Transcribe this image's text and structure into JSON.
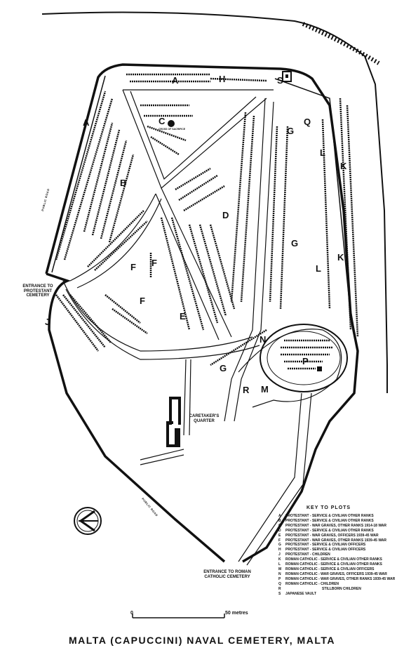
{
  "title": "MALTA (CAPUCCINI) NAVAL CEMETERY, MALTA",
  "plot_labels": {
    "A_top": "A",
    "A_left": "A",
    "H": "H",
    "S": "S",
    "C": "C",
    "B": "B",
    "D": "D",
    "G_top": "G",
    "G_right": "G",
    "G_bottom": "G",
    "Q": "Q",
    "L_top": "L",
    "L_bottom": "L",
    "K_top": "K",
    "K_bottom": "K",
    "F_left": "F",
    "F_mid": "F",
    "F_low": "F",
    "E": "E",
    "J": "J",
    "N": "N",
    "P": "P",
    "R": "R",
    "M": "M"
  },
  "place_labels": {
    "entrance_protestant": "ENTRANCE TO PROTESTANT CEMETERY",
    "entrance_catholic": "ENTRANCE TO ROMAN CATHOLIC CEMETERY",
    "caretaker": "CARETAKER'S QUARTER",
    "cross": "CROSS OF SACRIFICE",
    "road_top": "PUBLIC ROAD",
    "road_bottom": "PUBLIC ROAD"
  },
  "key": {
    "title": "KEY TO PLOTS",
    "items": [
      {
        "letter": "A",
        "text": "PROTESTANT - SERVICE & CIVILIAN OTHER RANKS"
      },
      {
        "letter": "B",
        "text": "PROTESTANT - SERVICE & CIVILIAN OTHER RANKS"
      },
      {
        "letter": "C",
        "text": "PROTESTANT - WAR GRAVES, OTHER RANKS 1914-18 WAR"
      },
      {
        "letter": "D",
        "text": "PROTESTANT - SERVICE & CIVILIAN OTHER RANKS"
      },
      {
        "letter": "E",
        "text": "PROTESTANT - WAR GRAVES, OFFICERS 1939-45 WAR"
      },
      {
        "letter": "F",
        "text": "PROTESTANT - WAR GRAVES, OTHER RANKS 1939-45 WAR"
      },
      {
        "letter": "G",
        "text": "PROTESTANT - SERVICE & CIVILIAN OFFICERS"
      },
      {
        "letter": "H",
        "text": "PROTESTANT - SERVICE & CIVILIAN OFFICERS"
      },
      {
        "letter": "J",
        "text": "PROTESTANT - CHILDREN"
      },
      {
        "letter": "K",
        "text": "ROMAN CATHOLIC - SERVICE & CIVILIAN OTHER RANKS"
      },
      {
        "letter": "L",
        "text": "ROMAN CATHOLIC - SERVICE & CIVILIAN OTHER RANKS"
      },
      {
        "letter": "M",
        "text": "ROMAN CATHOLIC - SERVICE & CIVILIAN OFFICERS"
      },
      {
        "letter": "N",
        "text": "ROMAN CATHOLIC - WAR GRAVES, OFFICERS 1939-45 WAR"
      },
      {
        "letter": "P",
        "text": "ROMAN CATHOLIC - WAR GRAVES, OTHER RANKS 1939-45 WAR"
      },
      {
        "letter": "Q",
        "text": "ROMAN CATHOLIC - CHILDREN"
      },
      {
        "letter": "R",
        "text": "STILLBORN CHILDREN"
      },
      {
        "letter": "S",
        "text": "JAPANESE VAULT"
      }
    ]
  },
  "scale": {
    "zero": "0",
    "end": "50 metres"
  }
}
